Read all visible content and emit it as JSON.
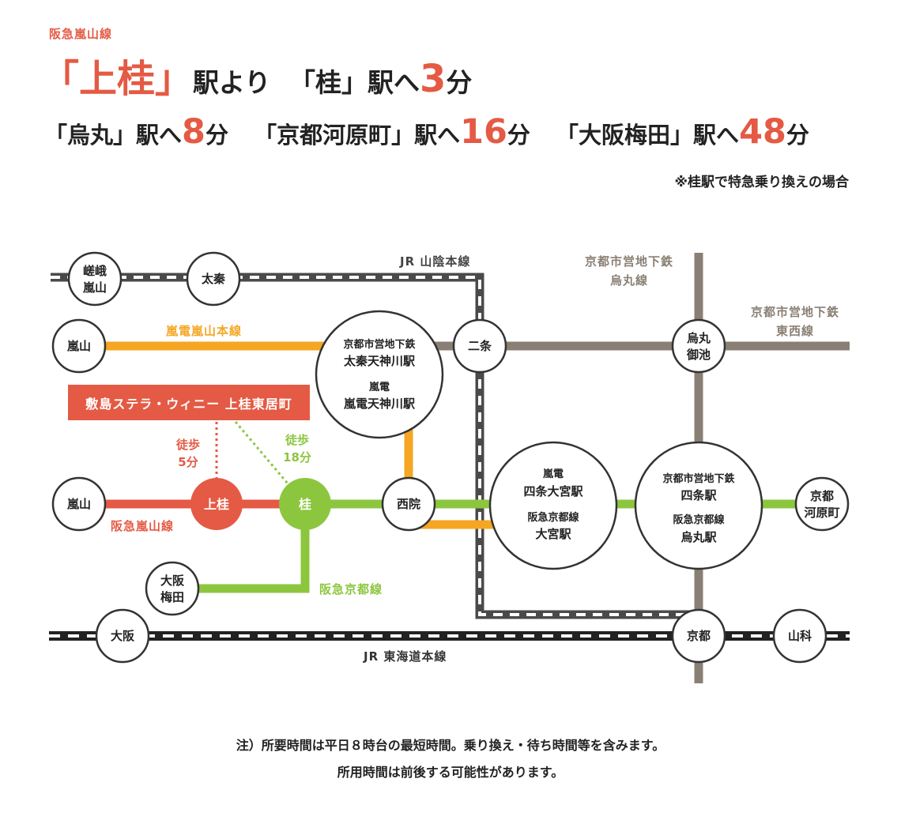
{
  "header": {
    "line_label": "阪急嵐山線",
    "open_bracket": "「",
    "origin_station": "上桂",
    "close_bracket": "」",
    "from_text": "駅より",
    "dest1_text": "「桂」駅へ",
    "dest1_minutes": "3",
    "minutes_unit": "分"
  },
  "destinations": [
    {
      "label": "「烏丸」駅へ",
      "minutes": "8",
      "unit": "分"
    },
    {
      "label": "「京都河原町」駅へ",
      "minutes": "16",
      "unit": "分"
    },
    {
      "label": "「大阪梅田」駅へ",
      "minutes": "48",
      "unit": "分"
    }
  ],
  "transfer_note": "※桂駅で特急乗り換えの場合",
  "colors": {
    "hankyu_arashiyama": "#e45a44",
    "hankyu_kyoto": "#8cc63f",
    "randen": "#f5a623",
    "subway": "#8a7f74",
    "jr": "#333333"
  },
  "lines": {
    "jr_sanin": "JR 山陰本線",
    "subway_karasuma_1": "京都市営地下鉄",
    "subway_karasuma_2": "烏丸線",
    "subway_tozai_1": "京都市営地下鉄",
    "subway_tozai_2": "東西線",
    "randen": "嵐電嵐山本線",
    "hankyu_arashiyama": "阪急嵐山線",
    "hankyu_kyoto": "阪急京都線",
    "jr_tokaido": "JR 東海道本線"
  },
  "stations": {
    "saga_1": "嵯峨",
    "saga_2": "嵐山",
    "uzumasa": "太秦",
    "arashiyama_randen": "嵐山",
    "randen_tenjingawa_1": "京都市営地下鉄",
    "randen_tenjingawa_2": "太秦天神川駅",
    "randen_tenjingawa_3": "嵐電",
    "randen_tenjingawa_4": "嵐電天神川駅",
    "nijo": "二条",
    "oike_1": "烏丸",
    "oike_2": "御池",
    "arashiyama_hankyu": "嵐山",
    "kamikatsura": "上桂",
    "katsura": "桂",
    "saiin": "西院",
    "omiya_1": "嵐電",
    "omiya_2": "四条大宮駅",
    "omiya_3": "阪急京都線",
    "omiya_4": "大宮駅",
    "shijo_1": "京都市営地下鉄",
    "shijo_2": "四条駅",
    "shijo_3": "阪急京都線",
    "shijo_4": "烏丸駅",
    "kawaramachi_1": "京都",
    "kawaramachi_2": "河原町",
    "umeda_1": "大阪",
    "umeda_2": "梅田",
    "osaka": "大阪",
    "kyoto": "京都",
    "yamashina": "山科"
  },
  "property": "敷島ステラ・ウィニー 上桂東居町",
  "walk": {
    "kamikatsura_1": "徒歩",
    "kamikatsura_2": "5分",
    "katsura_1": "徒歩",
    "katsura_2": "18分"
  },
  "footnotes": {
    "line1": "注）所要時間は平日８時台の最短時間。乗り換え・待ち時間等を含みます。",
    "line2": "所用時間は前後する可能性があります。"
  }
}
